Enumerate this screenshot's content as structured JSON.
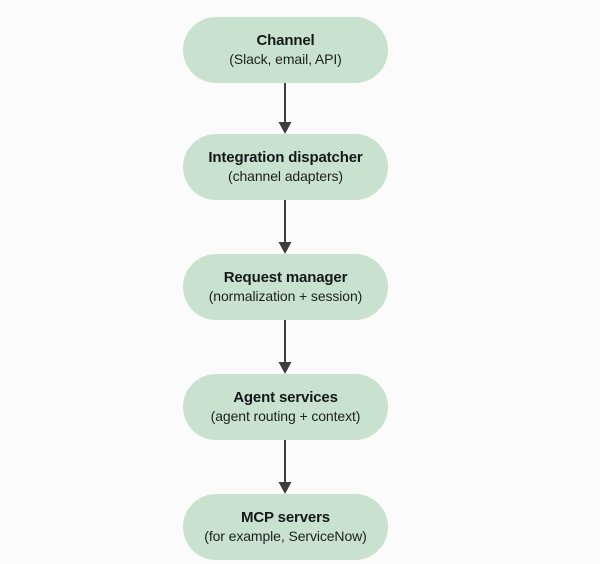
{
  "diagram": {
    "type": "flowchart",
    "orientation": "vertical",
    "background_color": "#fbfbfb",
    "node_fill_color": "#c9e2cf",
    "node_text_color": "#15181a",
    "connector_color": "#3b3f40",
    "connector_icon": "arrow-down-icon",
    "nodes": [
      {
        "id": "channel",
        "title": "Channel",
        "subtitle": "(Slack, email, API)"
      },
      {
        "id": "integration-dispatcher",
        "title": "Integration dispatcher",
        "subtitle": "(channel adapters)"
      },
      {
        "id": "request-manager",
        "title": "Request manager",
        "subtitle": "(normalization + session)"
      },
      {
        "id": "agent-services",
        "title": "Agent services",
        "subtitle": "(agent routing + context)"
      },
      {
        "id": "mcp-servers",
        "title": "MCP servers",
        "subtitle": "(for example, ServiceNow)"
      }
    ],
    "edges": [
      {
        "from": "channel",
        "to": "integration-dispatcher"
      },
      {
        "from": "integration-dispatcher",
        "to": "request-manager"
      },
      {
        "from": "request-manager",
        "to": "agent-services"
      },
      {
        "from": "agent-services",
        "to": "mcp-servers"
      }
    ]
  }
}
